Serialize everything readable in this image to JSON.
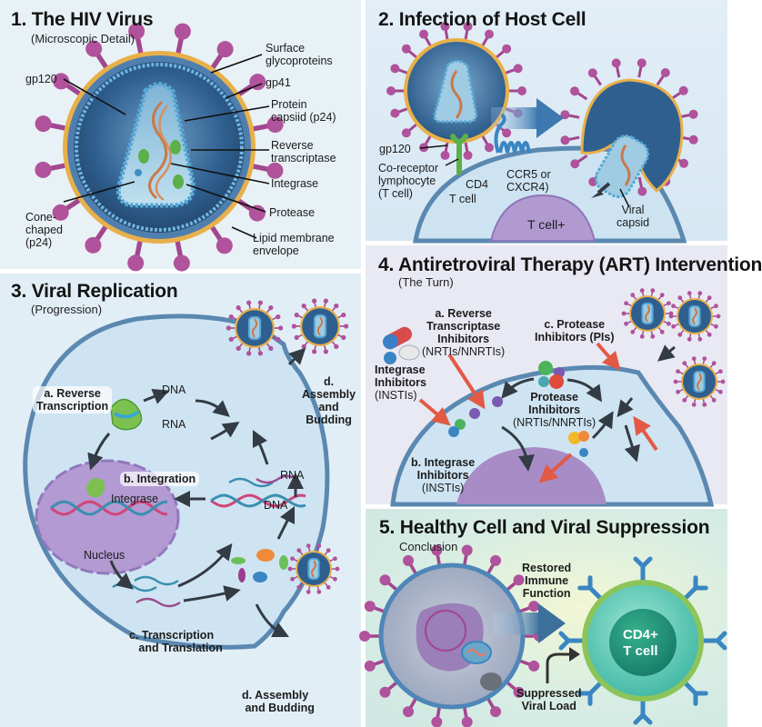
{
  "colors": {
    "spike": "#a2478f",
    "spike_head": "#b0529c",
    "membrane_gold": "#e8b04a",
    "virus_body": "#2f5f8f",
    "capsid_dot": "#55a8d6",
    "rna": "#c97a4a",
    "enzyme": "#5bb04a",
    "cell_membrane": "#5a88b0",
    "cell_fill": "#cfe3f1",
    "nucleus": "#a78cc6",
    "arrow_dark": "#333b44",
    "arrow_red": "#e25a45",
    "healthy_cell": "#3fb8a0",
    "receptor_blue": "#3a86c2"
  },
  "panel1": {
    "title": "1. The HIV Virus",
    "subtitle": "(Microscopic Detail)",
    "labels": {
      "surface": [
        "Surface",
        "glycoproteins"
      ],
      "gp120": "gp120",
      "gp41": "gp41",
      "capsid": [
        "Protein",
        "capsiid (p24)"
      ],
      "rt": [
        "Reverse",
        "transcriptase"
      ],
      "integrase": "Integrase",
      "protease": "Protease",
      "cone": [
        "Cone-",
        "chaped",
        "(p24)"
      ],
      "lipid": [
        "Lipid membrane",
        "envelope"
      ]
    }
  },
  "panel2": {
    "title": "2. Infection of Host Cell",
    "labels": {
      "gp120": "gp120",
      "coreceptor": [
        "Co-receptor",
        "lymphocyte",
        "(T cell)"
      ],
      "cd4": "CD4",
      "tcell": "T cell",
      "ccr5": [
        "CCR5 or",
        "CXCR4)"
      ],
      "capsid": [
        "Viral",
        "capsid"
      ],
      "nucleus": "T cell+"
    }
  },
  "panel3": {
    "title": "3. Viral Replication",
    "subtitle": "(Progression)",
    "labels": {
      "rt": [
        "a. Reverse",
        "Transcription"
      ],
      "dna1": "DNA",
      "rna1": "RNA",
      "assembly_top": [
        "d.",
        "Assembly",
        "and",
        "Budding"
      ],
      "integration": "b. Integration",
      "integrase": "Integrase",
      "nucleus": "Nucleus",
      "rna2": "RNA",
      "dna2": "DNA",
      "transcription": [
        "c. Transcription",
        "and Translation"
      ],
      "assembly_bottom": [
        "d. Assembly",
        "and Budding"
      ]
    }
  },
  "panel4": {
    "title": "4. Antiretroviral Therapy (ART) Intervention",
    "subtitle": "(The Turn)",
    "labels": {
      "rti": [
        "a. Reverse",
        "Transcriptase",
        "Inhibitors",
        "(NRTIs/NNRTIs)"
      ],
      "pi_top": [
        "c. Protease",
        "Inhibitors (PIs)"
      ],
      "insti_left": [
        "Integrase",
        "Inhibitors",
        "(INSTIs)"
      ],
      "pi_mid": [
        "Protease",
        "Inhibitors",
        "(NRTIs/NNRTIs)"
      ],
      "insti_bottom": [
        "b. Integrase",
        "Inhibitors",
        "(INSTIs)"
      ]
    }
  },
  "panel5": {
    "title": "5. Healthy Cell and Viral Suppression",
    "subtitle": "Conclusion",
    "labels": {
      "restored": [
        "Restored",
        "Immune",
        "Function"
      ],
      "suppressed": [
        "Suppressed",
        "Viral Load"
      ],
      "cd4": [
        "CD4+",
        "T cell"
      ]
    }
  }
}
